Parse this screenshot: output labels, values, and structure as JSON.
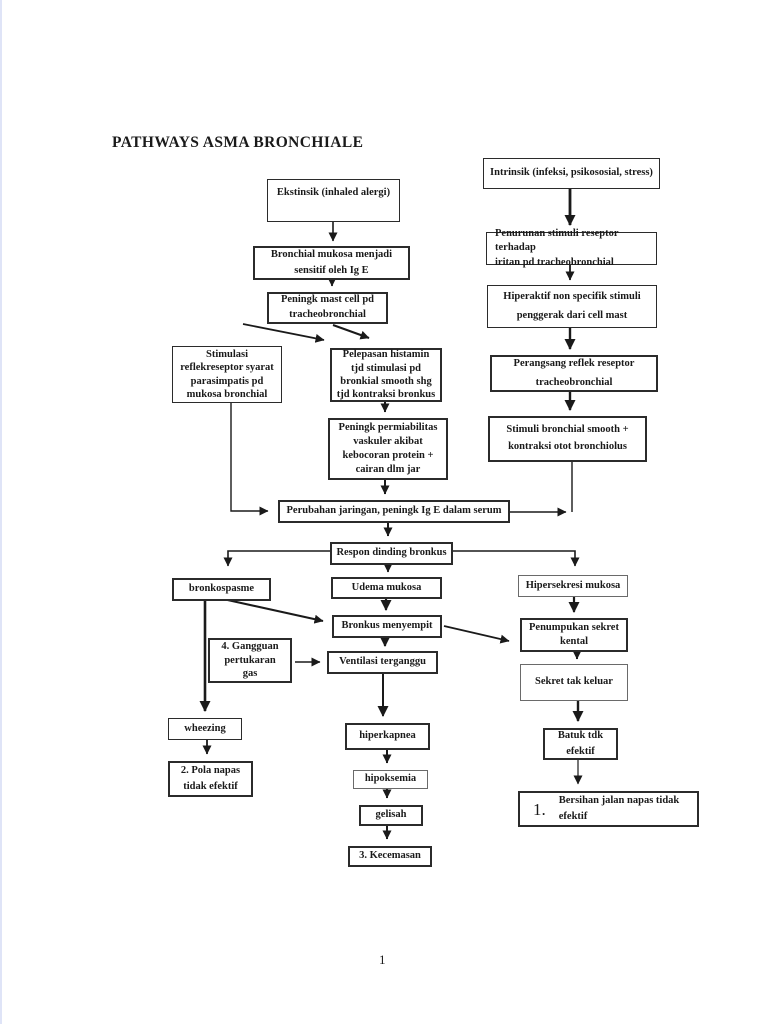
{
  "title": "PATHWAYS ASMA BRONCHIALE",
  "page_number": "1",
  "colors": {
    "ink": "#1a1a1a",
    "page": "#ffffff",
    "scan_edge_tint": "#dfe4f7"
  },
  "nodes": {
    "ekstrinsik": {
      "label": "Ekstinsik (inhaled alergi)"
    },
    "intrinsik": {
      "label": "Intrinsik (infeksi, psikososial, stress)"
    },
    "bronchial_mukosa": {
      "label": "Bronchial mukosa menjadi\nsensitif oleh Ig E"
    },
    "peningk_mast": {
      "label": "Peningk mast cell pd\ntracheobronchial"
    },
    "penurunan_stimuli": {
      "label": "Penurunan stimuli reseptor terhadap\niritan pd tracheobronchial"
    },
    "hiperaktif": {
      "label": "Hiperaktif non specifik stimuli\npenggerak dari cell mast"
    },
    "stimulasi_reflek": {
      "label": "Stimulasi\nreflekreseptor syarat\nparasimpatis pd\nmukosa bronchial"
    },
    "pelepasan_histamin": {
      "label": "Pelepasan histamin\ntjd stimulasi pd\nbronkial smooth shg\ntjd kontraksi bronkus"
    },
    "perangsang_reflek": {
      "label": "Perangsang reflek reseptor\ntracheobronchial"
    },
    "stimuli_bronchial": {
      "label": "Stimuli bronchial smooth +\nkontraksi otot bronchiolus"
    },
    "peningk_permiabilitas": {
      "label": "Peningk permiabilitas\nvaskuler akibat\nkebocoran protein +\ncairan dlm jar"
    },
    "perubahan_jaringan": {
      "label": "Perubahan jaringan, peningk Ig E dalam serum"
    },
    "respon_dinding": {
      "label": "Respon dinding bronkus"
    },
    "bronkospasme": {
      "label": "bronkospasme"
    },
    "udema_mukosa": {
      "label": "Udema mukosa"
    },
    "hipersekresi_mukosa": {
      "label": "Hipersekresi mukosa"
    },
    "bronkus_menyempit": {
      "label": "Bronkus menyempit"
    },
    "gangguan_pertukaran_gas": {
      "label": "4. Gangguan\npertukaran\ngas"
    },
    "ventilasi_terganggu": {
      "label": "Ventilasi terganggu"
    },
    "penumpukan_sekret": {
      "label": "Penumpukan sekret\nkental"
    },
    "sekret_tak_keluar": {
      "label": "Sekret tak keluar"
    },
    "wheezing": {
      "label": "wheezing"
    },
    "pola_napas_tidak_efektif": {
      "label": "2. Pola napas\ntidak efektif"
    },
    "hiperkapnea": {
      "label": "hiperkapnea"
    },
    "hipoksemia": {
      "label": "hipoksemia"
    },
    "gelisah": {
      "label": "gelisah"
    },
    "kecemasan": {
      "label": "3. Kecemasan"
    },
    "batuk_tdk_efektif": {
      "label": "Batuk tdk\nefektif"
    },
    "bersihan_jalan_napas": {
      "number": "1.",
      "label": "Bersihan jalan napas tidak\nefektif"
    }
  }
}
